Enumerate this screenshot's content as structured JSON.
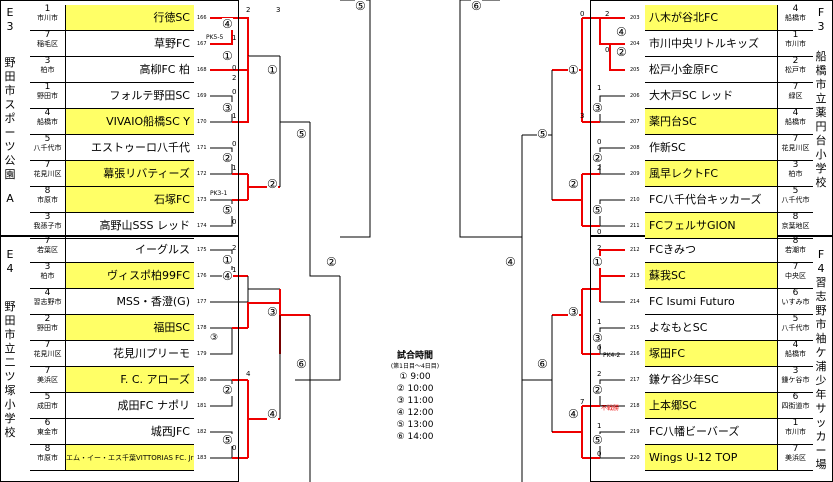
{
  "left_groups": [
    {
      "title": [
        "E",
        "3"
      ],
      "venue": [
        "野",
        "田",
        "市",
        "ス",
        "ポ",
        "ー",
        "ツ",
        "公",
        "園",
        "",
        "A"
      ],
      "teams": [
        {
          "num": "1",
          "area": "市川市",
          "name": "行徳SC",
          "hl": true,
          "slot": "166"
        },
        {
          "num": "7",
          "area": "稲毛区",
          "name": "草野FC",
          "hl": false,
          "slot": "167"
        },
        {
          "num": "3",
          "area": "柏市",
          "name": "高柳FC 柏",
          "hl": false,
          "slot": "168"
        },
        {
          "num": "1",
          "area": "野田市",
          "name": "フォルテ野田SC",
          "hl": false,
          "slot": "169"
        },
        {
          "num": "4",
          "area": "船橋市",
          "name": "VIVAIO船橋SC Y",
          "hl": true,
          "slot": "170"
        },
        {
          "num": "5",
          "area": "八千代市",
          "name": "エストゥーロ八千代",
          "hl": false,
          "slot": "171"
        },
        {
          "num": "7",
          "area": "花見川区",
          "name": "幕張リバティーズ",
          "hl": true,
          "slot": "172"
        },
        {
          "num": "8",
          "area": "市原市",
          "name": "石塚FC",
          "hl": true,
          "slot": "173"
        },
        {
          "num": "3",
          "area": "我孫子市",
          "name": "高野山SSS レッド",
          "hl": false,
          "slot": "174"
        }
      ]
    },
    {
      "title": [
        "E",
        "4"
      ],
      "venue": [
        "野",
        "田",
        "市",
        "立",
        "二",
        "ツ",
        "塚",
        "小",
        "学",
        "校"
      ],
      "teams": [
        {
          "num": "7",
          "area": "若葉区",
          "name": "イーグルス",
          "hl": false,
          "slot": "175"
        },
        {
          "num": "3",
          "area": "柏市",
          "name": "ヴィスポ柏99FC",
          "hl": true,
          "slot": "176"
        },
        {
          "num": "4",
          "area": "習志野市",
          "name": "MSS・香澄(G)",
          "hl": false,
          "slot": "177"
        },
        {
          "num": "2",
          "area": "野田市",
          "name": "福田SC",
          "hl": true,
          "slot": "178"
        },
        {
          "num": "7",
          "area": "花見川区",
          "name": "花見川プリーモ",
          "hl": false,
          "slot": "179"
        },
        {
          "num": "7",
          "area": "美浜区",
          "name": "F. C. アローズ",
          "hl": true,
          "slot": "180"
        },
        {
          "num": "5",
          "area": "成田市",
          "name": "成田FC ナポリ",
          "hl": false,
          "slot": "181"
        },
        {
          "num": "6",
          "area": "東金市",
          "name": "城西JFC",
          "hl": false,
          "slot": "182"
        },
        {
          "num": "8",
          "area": "市原市",
          "name": "エム・イー・エス千葉VITTORIAS FC. Jr",
          "hl": true,
          "slot": "183",
          "small": true
        }
      ]
    }
  ],
  "right_groups": [
    {
      "title": [
        "F",
        "3"
      ],
      "venue": [
        "船",
        "橋",
        "市",
        "立",
        "薬",
        "円",
        "台",
        "小",
        "学",
        "校"
      ],
      "teams": [
        {
          "num": "4",
          "area": "船橋市",
          "name": "八木が谷北FC",
          "hl": true,
          "slot": "203"
        },
        {
          "num": "1",
          "area": "市川市",
          "name": "市川中央リトルキッズ",
          "hl": false,
          "slot": "204"
        },
        {
          "num": "2",
          "area": "松戸市",
          "name": "松戸小金原FC",
          "hl": false,
          "slot": "205"
        },
        {
          "num": "7",
          "area": "緑区",
          "name": "大木戸SC レッド",
          "hl": false,
          "slot": "206"
        },
        {
          "num": "4",
          "area": "船橋市",
          "name": "薬円台SC",
          "hl": true,
          "slot": "207"
        },
        {
          "num": "7",
          "area": "花見川区",
          "name": "作新SC",
          "hl": false,
          "slot": "208"
        },
        {
          "num": "3",
          "area": "柏市",
          "name": "風早レクトFC",
          "hl": true,
          "slot": "209"
        },
        {
          "num": "5",
          "area": "八千代市",
          "name": "FC八千代台キッカーズ",
          "hl": false,
          "slot": "210"
        },
        {
          "num": "8",
          "area": "京葉地区",
          "name": "FCフェルサGION",
          "hl": true,
          "slot": "211"
        }
      ]
    },
    {
      "title": [
        "F",
        "4"
      ],
      "venue": [
        "習",
        "志",
        "野",
        "市",
        "袖",
        "ケ",
        "浦",
        "少",
        "年",
        "サ",
        "ッ",
        "カ",
        "ー",
        "場"
      ],
      "teams": [
        {
          "num": "8",
          "area": "若潮市",
          "name": "FCきみつ",
          "hl": false,
          "slot": "212"
        },
        {
          "num": "7",
          "area": "中央区",
          "name": "蘇我SC",
          "hl": true,
          "slot": "213"
        },
        {
          "num": "6",
          "area": "いすみ市",
          "name": "FC Isumi Futuro",
          "hl": false,
          "slot": "214"
        },
        {
          "num": "5",
          "area": "八千代市",
          "name": "よなもとSC",
          "hl": false,
          "slot": "215"
        },
        {
          "num": "4",
          "area": "船橋市",
          "name": "塚田FC",
          "hl": true,
          "slot": "216"
        },
        {
          "num": "3",
          "area": "鎌ケ谷市",
          "name": "鎌ケ谷少年SC",
          "hl": false,
          "slot": "217"
        },
        {
          "num": "6",
          "area": "四街道市",
          "name": "上本郷SC",
          "hl": true,
          "slot": "218"
        },
        {
          "num": "1",
          "area": "市川市",
          "name": "FC八幡ビーバーズ",
          "hl": false,
          "slot": "219"
        },
        {
          "num": "7",
          "area": "美浜区",
          "name": "Wings U-12 TOP",
          "hl": true,
          "slot": "220"
        }
      ]
    }
  ],
  "circles": {
    "c1": "①",
    "c2": "②",
    "c3": "③",
    "c4": "④",
    "c5": "⑤",
    "c6": "⑥"
  },
  "notes": {
    "pk_left1": "PK5-5",
    "pk_left2": "PK3-1",
    "pk_right": "PK4-2",
    "forfeit": "不戦勝"
  },
  "scores": {
    "l1a": "2",
    "l1b": "1",
    "l1c": "0",
    "l2a": "3",
    "l2b": "2",
    "l2c": "0",
    "l3a": "1",
    "l4a": "0",
    "l5a": "1",
    "l6a": "0",
    "l7a": "2",
    "l7b": "1",
    "l8a": "4",
    "l8b": "0",
    "r1a": "2",
    "r1b": "0",
    "r2a": "0",
    "r3a": "1",
    "r3b": "3",
    "r4a": "0",
    "r5a": "2",
    "r6a": "0",
    "r7a": "2",
    "r8a": "1",
    "r9a": "0",
    "r10a": "7",
    "r11a": "1",
    "r12a": "2",
    "r13a": "0"
  },
  "schedule": {
    "title": "試合時間",
    "sub": "(第1日目〜4日目)",
    "times": [
      "① 9:00",
      "② 10:00",
      "③ 11:00",
      "④ 12:00",
      "⑤ 13:00",
      "⑥ 14:00"
    ]
  }
}
